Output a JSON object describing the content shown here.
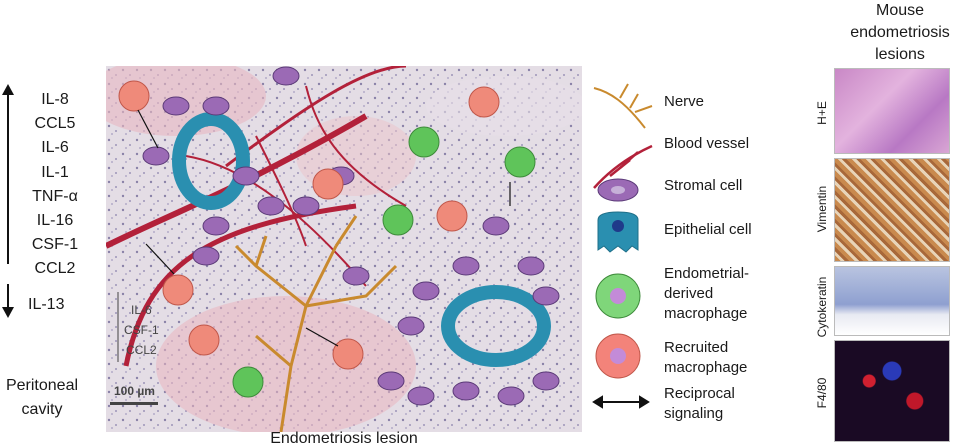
{
  "cytokines_up": [
    "IL-8",
    "CCL5",
    "IL-6",
    "IL-1",
    "TNF-α",
    "IL-16",
    "CSF-1",
    "CCL2"
  ],
  "cytokines_down": [
    "IL-13"
  ],
  "cavity_label": [
    "Peritoneal",
    "cavity"
  ],
  "lesion": {
    "caption": "Endometriosis lesion",
    "inner_labels": [
      "IL-6",
      "CSF-1",
      "CCL2"
    ],
    "scale_bar": "100 µm"
  },
  "legend": [
    {
      "icon": "nerve-icon",
      "label": "Nerve"
    },
    {
      "icon": "blood-vessel-icon",
      "label": "Blood vessel"
    },
    {
      "icon": "stromal-cell-icon",
      "label": "Stromal cell"
    },
    {
      "icon": "epithelial-cell-icon",
      "label": "Epithelial cell"
    },
    {
      "icon": "endometrial-macrophage-icon",
      "label": "Endometrial-\nderived\nmacrophage"
    },
    {
      "icon": "recruited-macrophage-icon",
      "label": "Recruited\nmacrophage"
    },
    {
      "icon": "reciprocal-arrow-icon",
      "label": "Reciprocal\nsignaling"
    }
  ],
  "mouse_panel": {
    "title": [
      "Mouse",
      "endometriosis",
      "lesions"
    ],
    "stains": [
      "H+E",
      "Vimentin",
      "Cytokeratin",
      "F4/80"
    ]
  },
  "colors": {
    "nerve": "#c98a2e",
    "vessel": "#b3213a",
    "stromal": "#9b6ab5",
    "epithelial": "#2a8fb0",
    "endo_macrophage": "#5fc45a",
    "recruited_macrophage": "#ef8a7a"
  }
}
